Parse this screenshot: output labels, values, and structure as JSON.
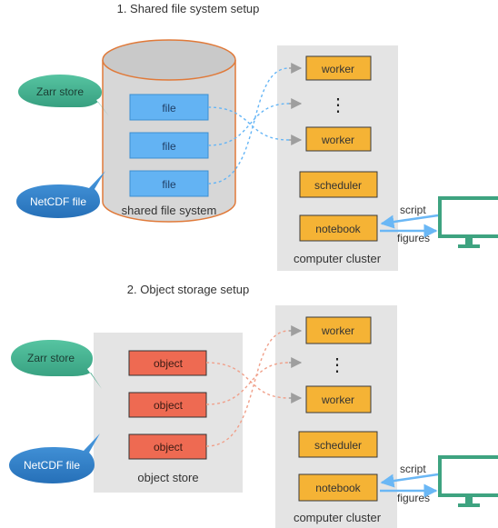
{
  "section1": {
    "title": "1. Shared file system setup",
    "zarr_label": "Zarr store",
    "netcdf_label": "NetCDF file",
    "storage_label": "shared file system",
    "items": [
      "file",
      "file",
      "file"
    ],
    "workers": [
      "worker",
      "worker"
    ],
    "ellipsis": "⋮",
    "scheduler": "scheduler",
    "notebook": "notebook",
    "cluster_label": "computer  cluster",
    "script_label": "script",
    "figures_label": "figures",
    "link_color": "#64b5f6"
  },
  "section2": {
    "title": "2. Object storage setup",
    "zarr_label": "Zarr store",
    "netcdf_label": "NetCDF file",
    "storage_label": "object store",
    "items": [
      "object",
      "object",
      "object"
    ],
    "workers": [
      "worker",
      "worker"
    ],
    "ellipsis": "⋮",
    "scheduler": "scheduler",
    "notebook": "notebook",
    "cluster_label": "computer  cluster",
    "script_label": "script",
    "figures_label": "figures",
    "link_color": "#f0a08a"
  },
  "colors": {
    "worker_fill": "#f5b335",
    "file_fill": "#63b3f3",
    "object_fill": "#ee6a52",
    "zarr_bubble": "#3aa889",
    "netcdf_bubble": "#2e7fc7",
    "panel": "#e4e4e4",
    "monitor": "#3ea380"
  }
}
